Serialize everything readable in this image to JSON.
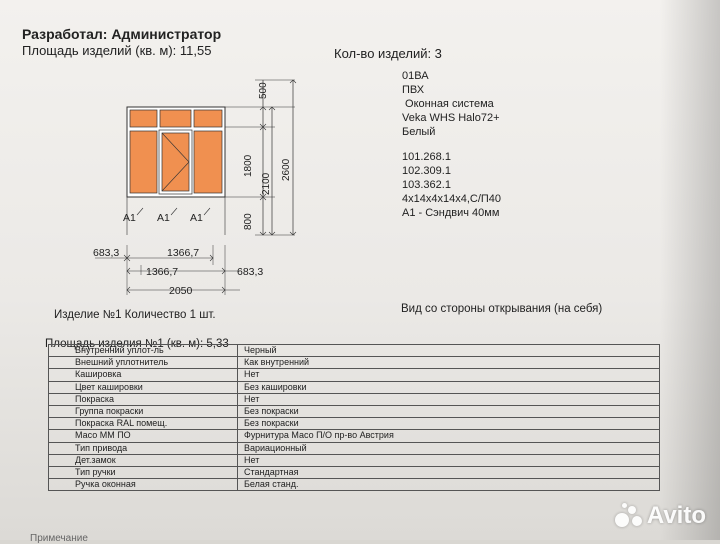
{
  "header": {
    "developer": "Разработал: Администратор",
    "area_label": "Площадь изделий (кв. м): 11,55",
    "count_label": "Кол-во изделий: 3"
  },
  "spec": {
    "lines": [
      "01ВА",
      "ПВХ",
      " Оконная система",
      "Veka WHS Halo72+",
      "Белый"
    ],
    "codes": [
      "101.268.1",
      "102.309.1",
      "103.362.1",
      "4х14х4х14х4,С/П40",
      "А1 - Сэндвич 40мм"
    ]
  },
  "drawing": {
    "dim_top": "500",
    "dim_mid": "1800",
    "dim_total_inner": "2100",
    "dim_total": "2600",
    "dim_bottom": "800",
    "fill_labels": [
      "А1",
      "А1",
      "А1"
    ],
    "dim_left_offset": "683,3",
    "dim_upper_width": "1366,7",
    "dim_lower_width": "1366,7",
    "dim_right_offset": "683,3",
    "dim_full_width": "2050",
    "colors": {
      "glass": "#f09050",
      "frame": "#ffffff",
      "line": "#333333"
    }
  },
  "item": {
    "caption": "Изделие №1  Количество  1 шт.",
    "view_note": "Вид со стороны открывания (на себя)",
    "area_label": "Площадь изделия №1 (кв. м): 5,33"
  },
  "params": [
    {
      "k": "Внутренний уплот-ль",
      "v": "Черный"
    },
    {
      "k": "Внешний уплотнитель",
      "v": "Как внутренний"
    },
    {
      "k": "Кашировка",
      "v": "Нет"
    },
    {
      "k": "Цвет кашировки",
      "v": "Без кашировки"
    },
    {
      "k": "Покраска",
      "v": "Нет"
    },
    {
      "k": "Группа покраски",
      "v": "Без покраски"
    },
    {
      "k": "Покраска RAL помещ.",
      "v": "Без покраски"
    },
    {
      "k": "Масо ММ ПО",
      "v": "Фурнитура Масо П/О пр-во Австрия"
    },
    {
      "k": "Тип привода",
      "v": "Вариационный"
    },
    {
      "k": "Дет.замок",
      "v": "Нет"
    },
    {
      "k": "Тип ручки",
      "v": "Стандартная"
    },
    {
      "k": "Ручка оконная",
      "v": "Белая станд."
    }
  ],
  "footer": "Примечание",
  "watermark": "Avito"
}
